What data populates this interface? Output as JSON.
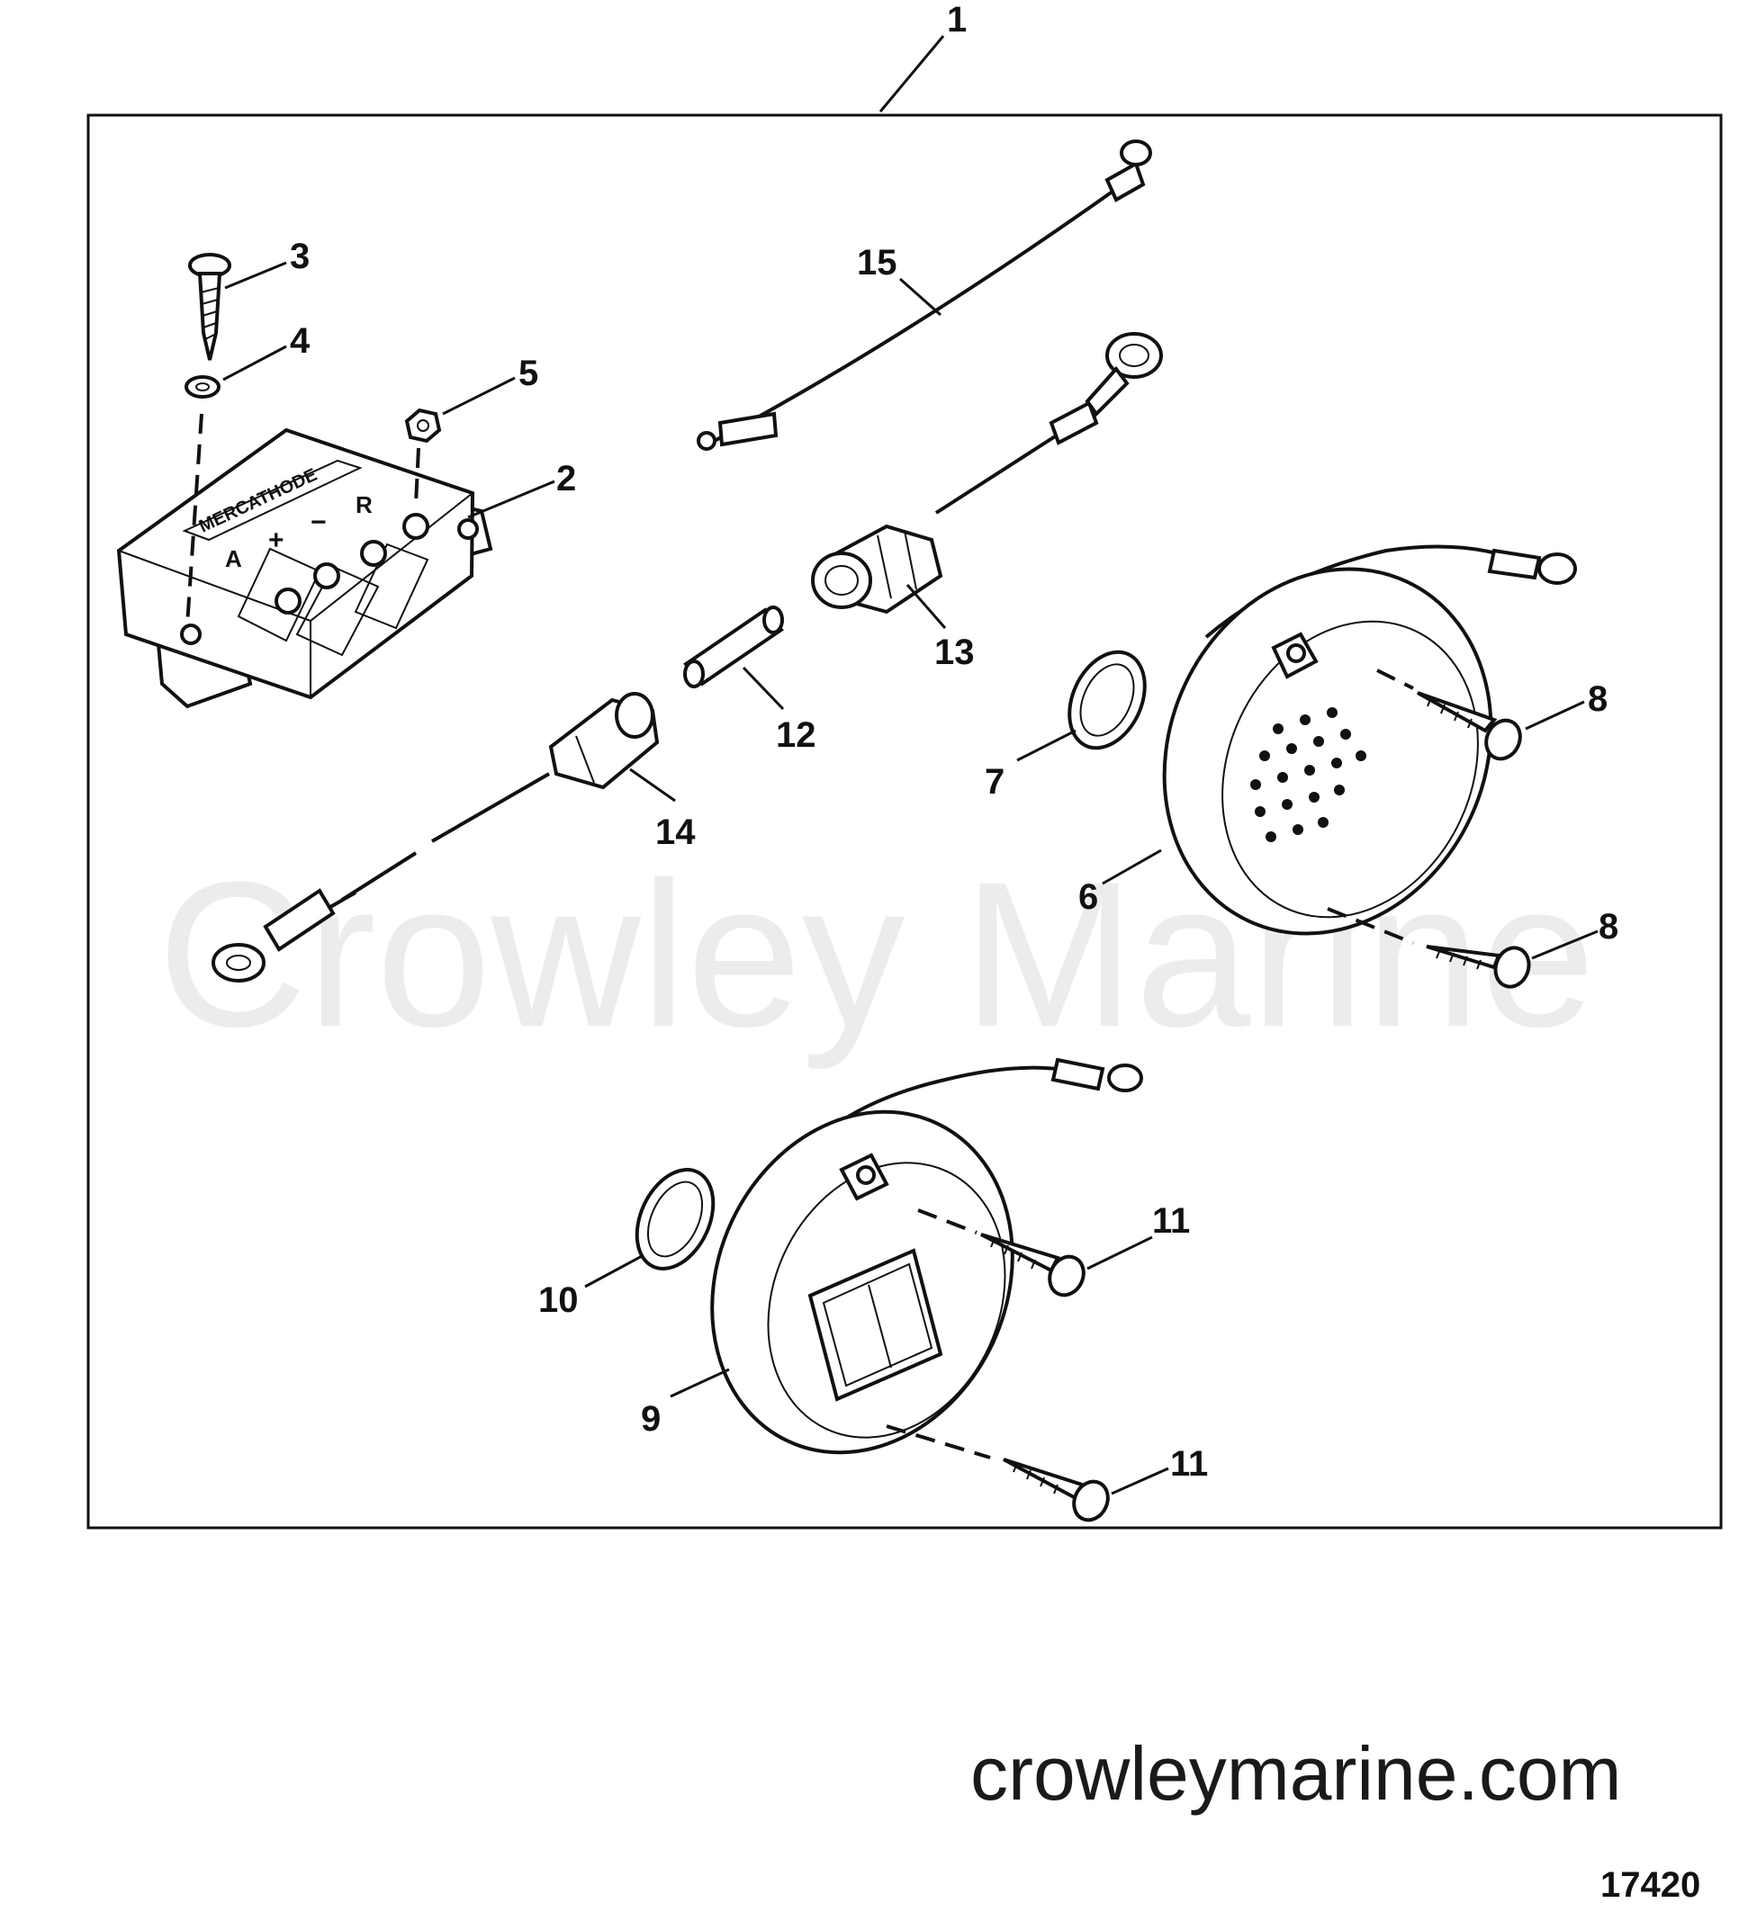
{
  "watermark": "Crowley Marine",
  "site": "crowleymarine.com",
  "figure_number": "17420",
  "regulator_label": "MERCATHODE",
  "regulator_terminals": [
    "A",
    "+",
    "−",
    "R"
  ],
  "callouts": [
    "1",
    "2",
    "3",
    "4",
    "5",
    "6",
    "7",
    "8",
    "8",
    "9",
    "10",
    "11",
    "11",
    "12",
    "13",
    "14",
    "15"
  ]
}
